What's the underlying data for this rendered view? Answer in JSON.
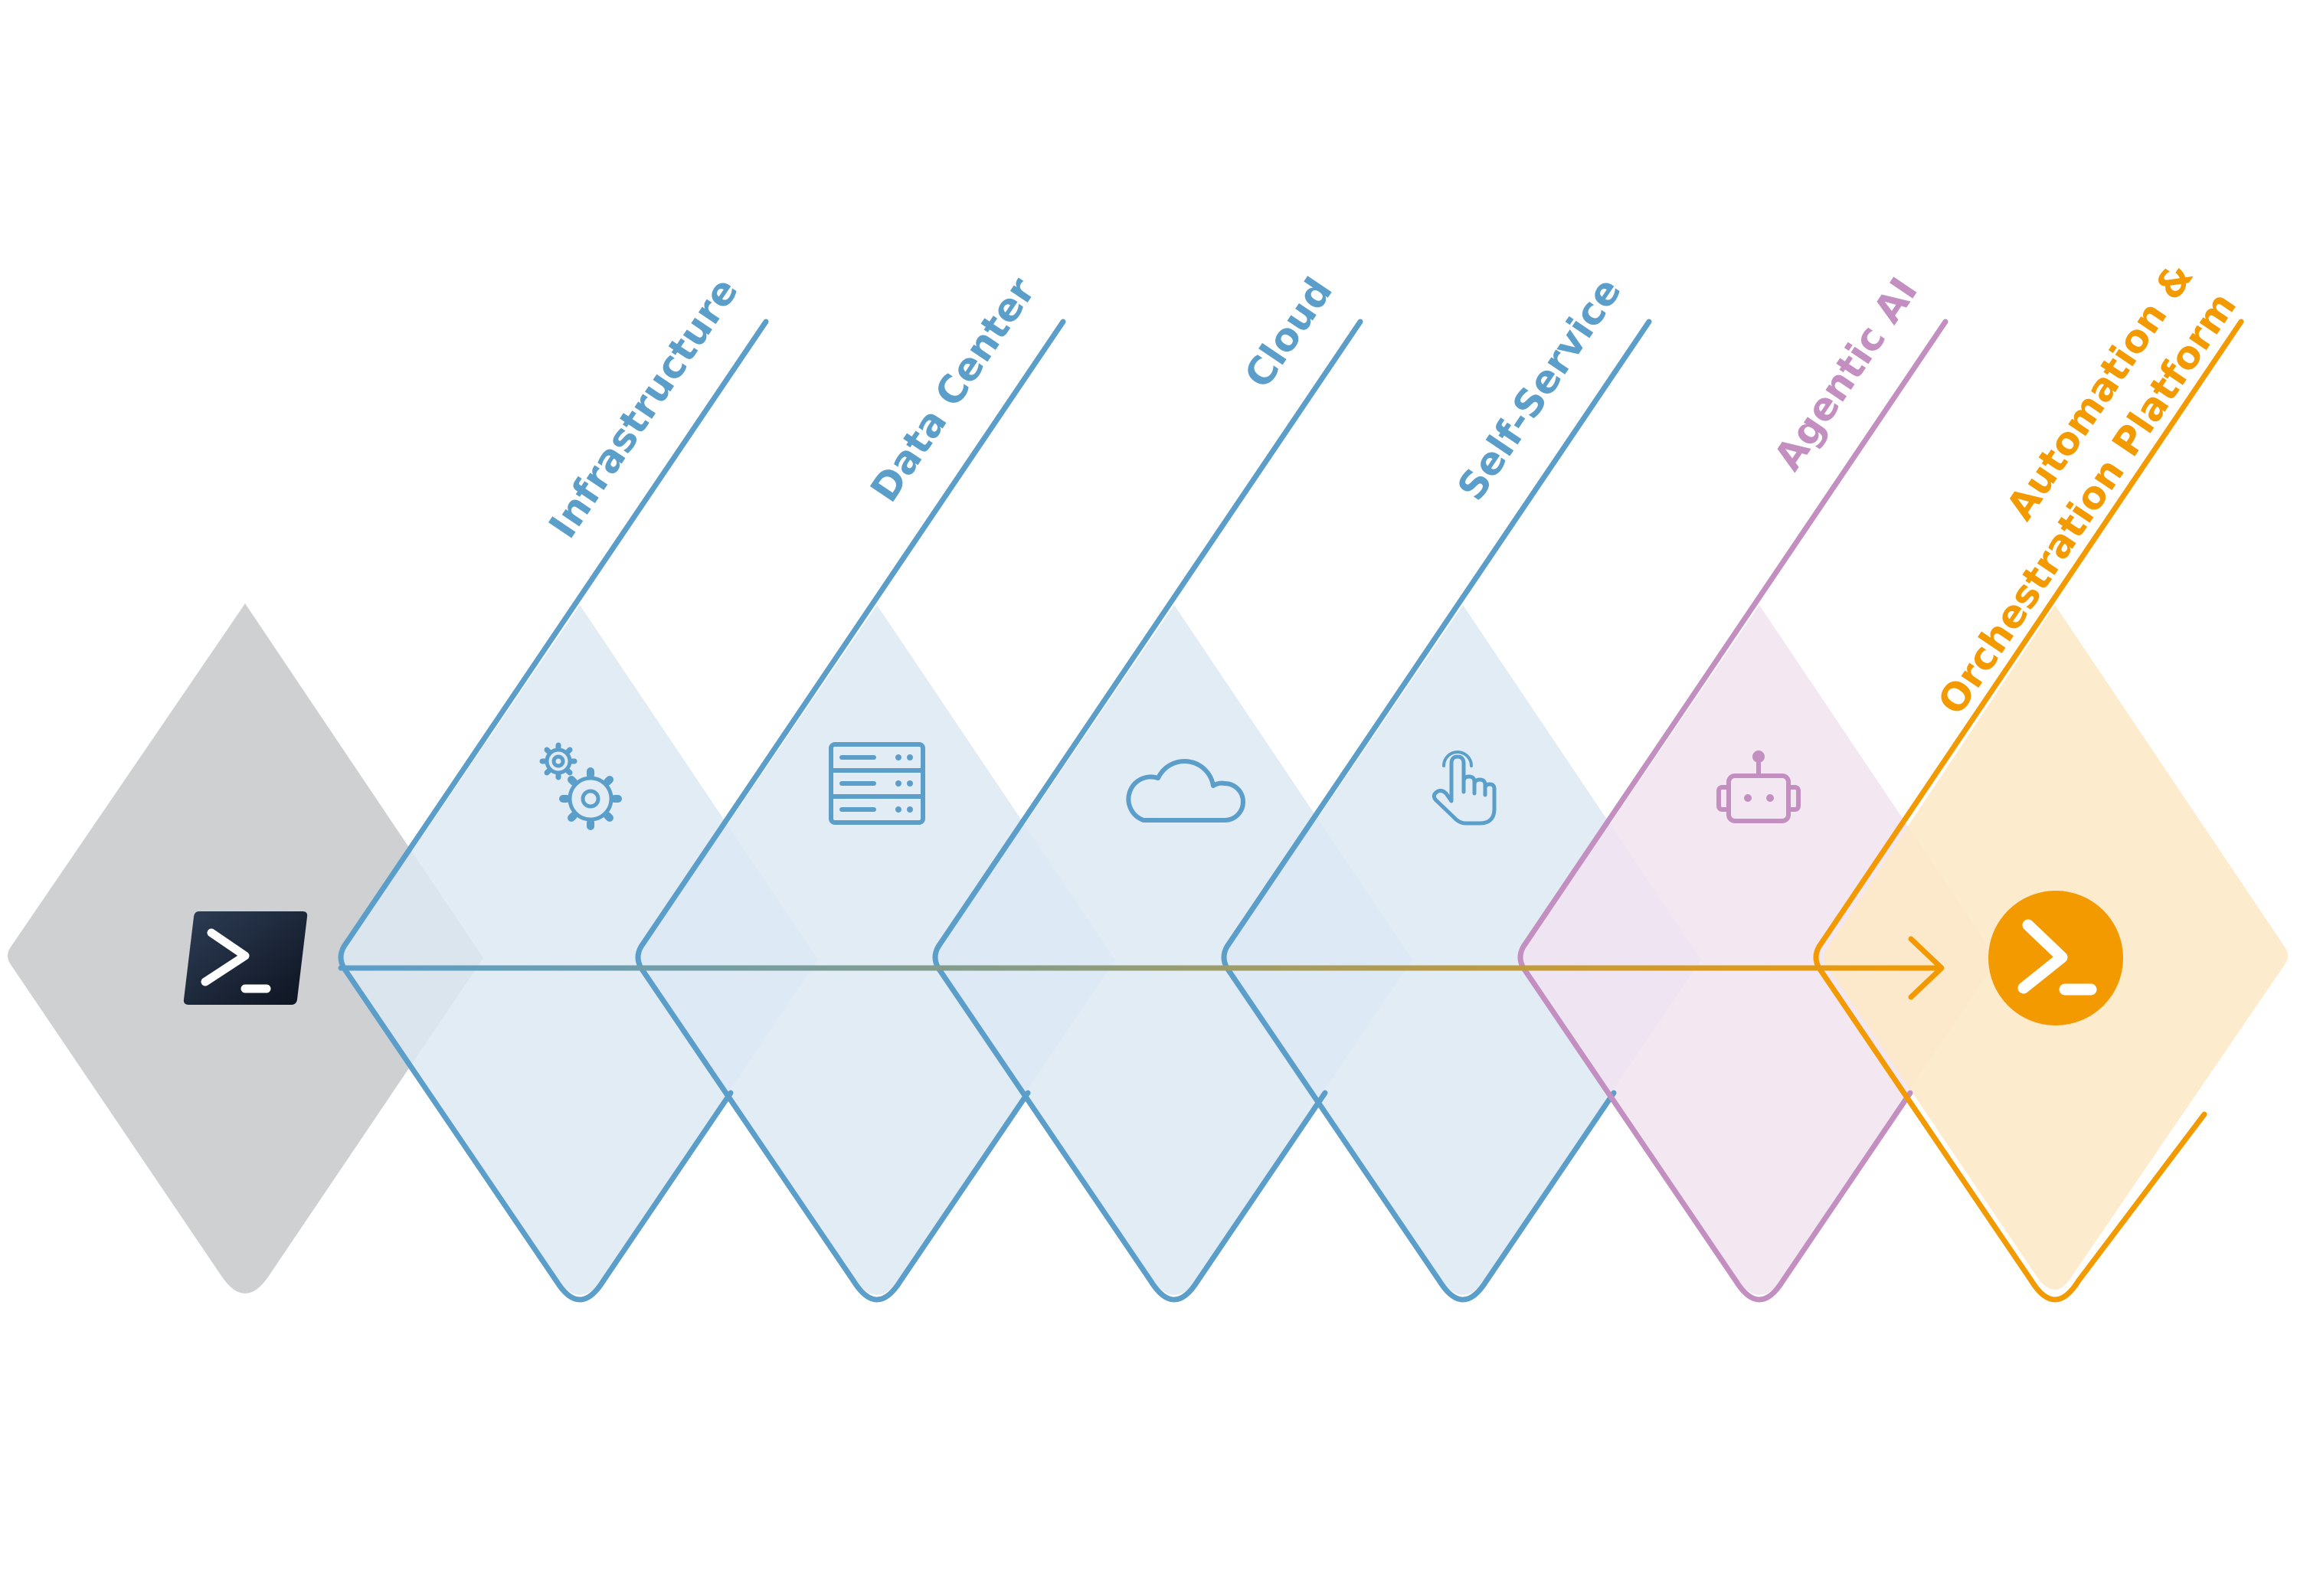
{
  "stages": [
    {
      "id": "powershell",
      "label": "",
      "icon": "powershell-icon",
      "fill": "#cfd0d2",
      "stroke": "none",
      "fill_opacity": 1
    },
    {
      "id": "infrastructure",
      "label": "Infrastructure",
      "icon": "gears-icon",
      "fill": "#dce9f3",
      "stroke": "#5b9ec9",
      "fill_opacity": 0.85
    },
    {
      "id": "data-center",
      "label": "Data Center",
      "icon": "server-rack-icon",
      "fill": "#dce9f3",
      "stroke": "#5b9ec9",
      "fill_opacity": 0.85
    },
    {
      "id": "cloud",
      "label": "Cloud",
      "icon": "cloud-icon",
      "fill": "#dce9f3",
      "stroke": "#5b9ec9",
      "fill_opacity": 0.85
    },
    {
      "id": "self-service",
      "label": "Self-Service",
      "icon": "pointing-hand-icon",
      "fill": "#dce9f3",
      "stroke": "#5b9ec9",
      "fill_opacity": 0.85
    },
    {
      "id": "agentic-ai",
      "label": "Agentic AI",
      "icon": "robot-icon",
      "fill": "#f1e3f0",
      "stroke": "#c28fc0",
      "fill_opacity": 0.85
    },
    {
      "id": "automation-platform",
      "label": "Automation &\nOrchestration Platform",
      "icon": "powershell-orange-icon",
      "fill": "#fde9c8",
      "stroke": "#f29a00",
      "fill_opacity": 0.9
    }
  ],
  "colors": {
    "blue": "#5b9ec9",
    "purple": "#c28fc0",
    "orange": "#f29a00",
    "gray": "#cfd0d2",
    "ps_dark": "#1c2536"
  }
}
